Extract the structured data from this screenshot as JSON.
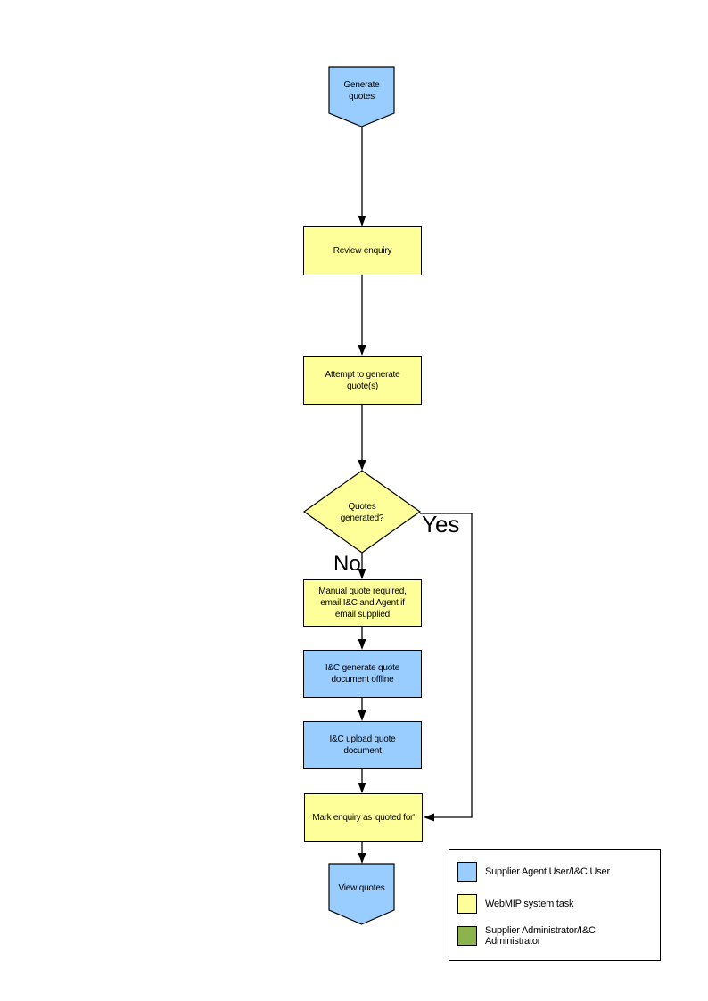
{
  "diagram": {
    "nodes": {
      "start": {
        "label": "Generate\nquotes"
      },
      "review": {
        "label": "Review enquiry"
      },
      "attempt": {
        "label": "Attempt to generate\nquote(s)"
      },
      "decision": {
        "label": "Quotes\ngenerated?"
      },
      "manual": {
        "label": "Manual quote required,\nemail I&C and Agent if\nemail supplied"
      },
      "offline": {
        "label": "I&C generate quote\ndocument offline"
      },
      "upload": {
        "label": "I&C upload quote\ndocument"
      },
      "mark": {
        "label": "Mark enquiry as 'quoted for'"
      },
      "end": {
        "label": "View quotes"
      }
    },
    "branches": {
      "yes": "Yes",
      "no": "No"
    },
    "colors": {
      "user_task": "#99CCFF",
      "system_task": "#FFFF99",
      "admin_task": "#8CB34C",
      "line": "#000000",
      "background": "#FFFFFF"
    }
  },
  "legend": {
    "items": [
      {
        "label": "Supplier Agent User/I&C User",
        "color": "#99CCFF"
      },
      {
        "label": "WebMIP system task",
        "color": "#FFFF99"
      },
      {
        "label": "Supplier Administrator/I&C\nAdministrator",
        "color": "#8CB34C"
      }
    ]
  }
}
